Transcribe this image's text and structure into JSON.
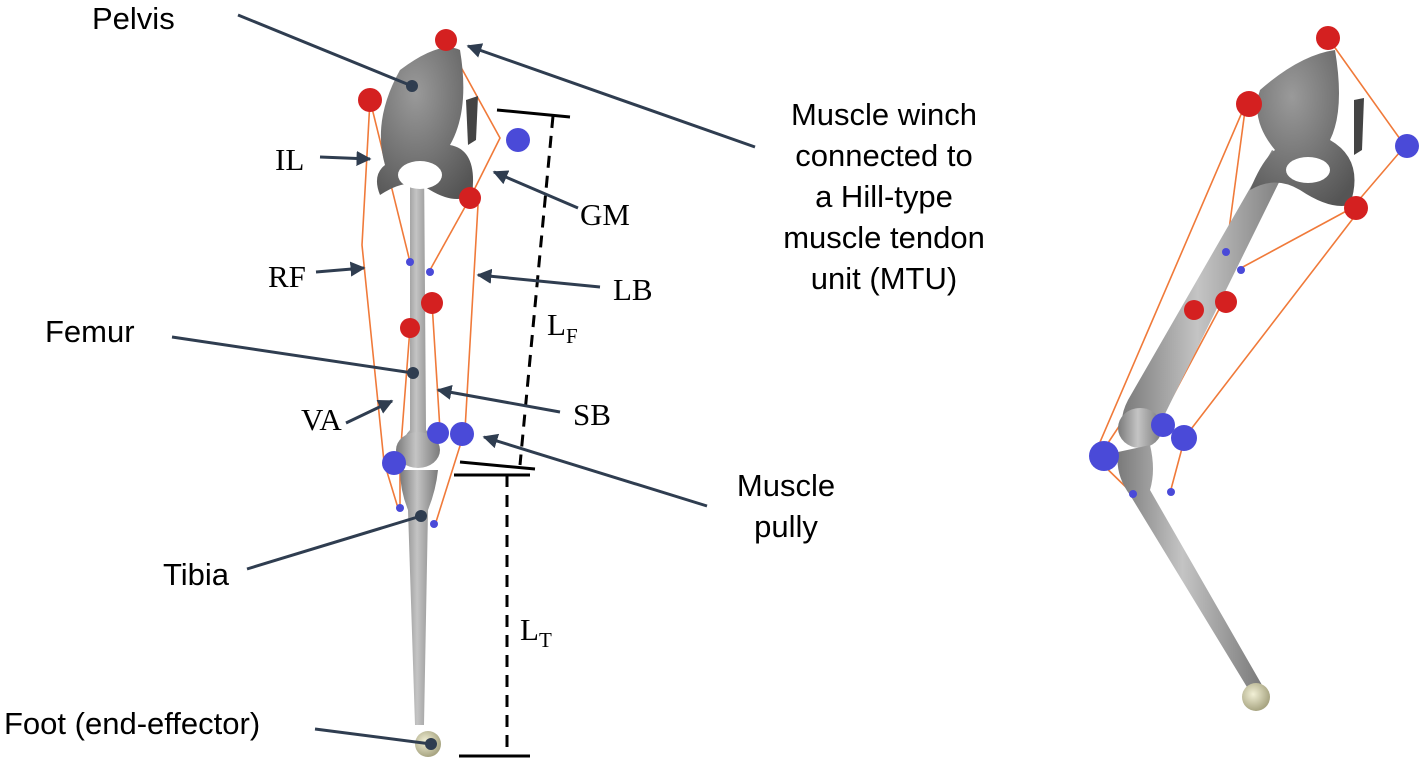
{
  "labels": {
    "pelvis": "Pelvis",
    "femur": "Femur",
    "tibia": "Tibia",
    "foot": "Foot (end-effector)",
    "muscle_winch": [
      "Muscle winch",
      "connected to",
      "a Hill-type",
      "muscle tendon",
      "unit (MTU)"
    ],
    "muscle_pully": [
      "Muscle",
      "pully"
    ],
    "muscles": {
      "il": "IL",
      "gm": "GM",
      "rf": "RF",
      "lb": "LB",
      "va": "VA",
      "sb": "SB"
    },
    "lf": {
      "main": "L",
      "sub": "F"
    },
    "lt": {
      "main": "L",
      "sub": "T"
    }
  },
  "colors": {
    "winch": "#d42020",
    "pulley": "#4a4ad8",
    "muscle_line": "#f07a3a",
    "bone": "#9a9a9a",
    "foot": "#d8d6b0",
    "leader": "#2f3d50"
  }
}
